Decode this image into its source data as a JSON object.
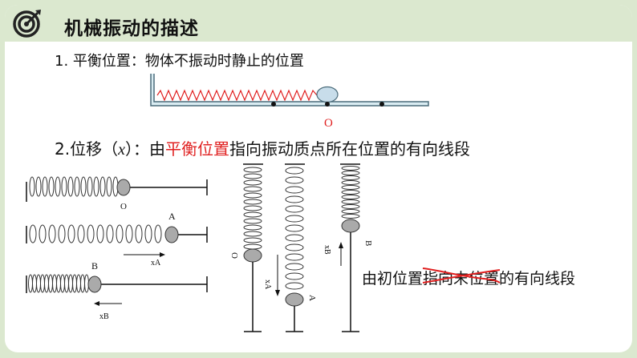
{
  "slide": {
    "title": "机械振动的描述",
    "point1": "1. 平衡位置：物体不振动时静止的位置",
    "point2_prefix": "2.位移（",
    "point2_var": "x",
    "point2_mid": "）：由",
    "point2_highlight": "平衡位置",
    "point2_suffix": "指向振动质点所在位置的有向线段",
    "note_start": "由初位置",
    "note_struck": "指向末位置",
    "note_end": "的有向线段"
  },
  "diagram_labels": {
    "top_O": "O",
    "h1_O": "O",
    "h2_A": "A",
    "h2_xA": "xA",
    "h3_B": "B",
    "h3_xB": "xB",
    "v1_O": "O",
    "v2_A": "A",
    "v2_xA": "xA",
    "v3_B": "B",
    "v3_xB": "xB"
  },
  "colors": {
    "highlight": "#e02020",
    "title_bar": "#dbe8cf",
    "spring_top": "#e02020",
    "ball": "#c8ddea"
  },
  "icons": [
    "target-icon"
  ]
}
